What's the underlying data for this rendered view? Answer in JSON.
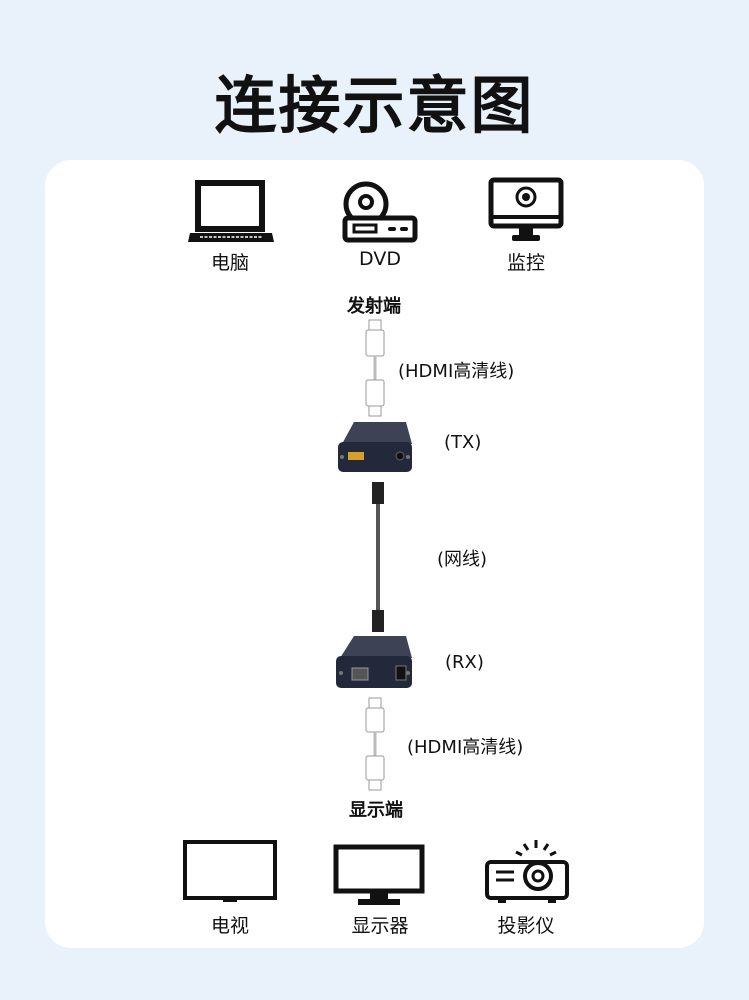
{
  "title": "连接示意图",
  "sources": [
    {
      "label": "电脑",
      "icon": "laptop-icon"
    },
    {
      "label": "DVD",
      "icon": "dvd-player-icon"
    },
    {
      "label": "监控",
      "icon": "surveillance-monitor-icon"
    }
  ],
  "transmitter_end": "发射端",
  "hdmi_cable_1": "(HDMI高清线)",
  "tx": "(TX)",
  "network_cable": "(网线)",
  "rx": "(RX)",
  "hdmi_cable_2": "(HDMI高清线)",
  "display_end": "显示端",
  "displays": [
    {
      "label": "电视",
      "icon": "tv-icon"
    },
    {
      "label": "显示器",
      "icon": "monitor-icon"
    },
    {
      "label": "投影仪",
      "icon": "projector-icon"
    }
  ]
}
